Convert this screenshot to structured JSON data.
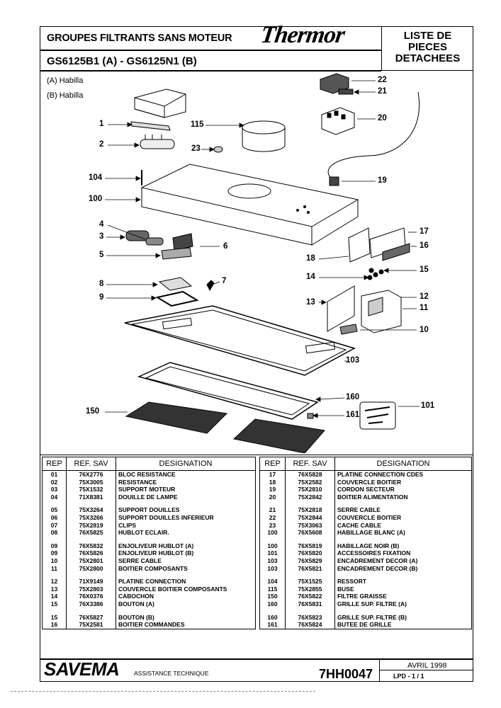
{
  "header": {
    "title": "GROUPES FILTRANTS SANS MOTEUR",
    "models": "GS6125B1 (A) - GS6125N1 (B)",
    "brand": "Thermor",
    "doc_type": [
      "LISTE DE",
      "PIECES",
      "DETACHEES"
    ]
  },
  "legend": {
    "a": "(A) Habilla",
    "b": "(B) Habilla"
  },
  "callouts": [
    "1",
    "2",
    "115",
    "23",
    "104",
    "100",
    "4",
    "3",
    "6",
    "5",
    "8",
    "7",
    "9",
    "22",
    "21",
    "20",
    "19",
    "17",
    "16",
    "18",
    "15",
    "14",
    "12",
    "13",
    "11",
    "10",
    "103",
    "160",
    "161",
    "150",
    "101"
  ],
  "table": {
    "headers": [
      "REP",
      "REF. SAV",
      "DESIGNATION"
    ],
    "left": [
      [
        "01",
        "76X2776",
        "BLOC RESISTANCE"
      ],
      [
        "02",
        "75X3005",
        "RESISTANCE"
      ],
      [
        "03",
        "75X1532",
        "SUPPORT MOTEUR"
      ],
      [
        "04",
        "71X8381",
        "DOUILLE DE LAMPE"
      ],
      null,
      [
        "05",
        "75X3264",
        "SUPPORT DOUILLES"
      ],
      [
        "06",
        "75X3266",
        "SUPPORT DOUILLES INFERIEUR"
      ],
      [
        "07",
        "75X2819",
        "CLIPS"
      ],
      [
        "08",
        "76X5825",
        "HUBLOT ECLAIR."
      ],
      null,
      [
        "09",
        "76X5832",
        "ENJOLIVEUR HUBLOT (A)"
      ],
      [
        "09",
        "76X5826",
        "ENJOLIVEUR HUBLOT (B)"
      ],
      [
        "10",
        "75X2801",
        "SERRE CABLE"
      ],
      [
        "11",
        "75X2800",
        "BOITIER COMPOSANTS"
      ],
      null,
      [
        "12",
        "71X9149",
        "PLATINE CONNECTION"
      ],
      [
        "13",
        "75X2803",
        "COUVERCLE BOITIER COMPOSANTS"
      ],
      [
        "14",
        "76X0376",
        "CABOCHON"
      ],
      [
        "15",
        "76X3386",
        "BOUTON (A)"
      ],
      null,
      [
        "15",
        "76X5827",
        "BOUTON (B)"
      ],
      [
        "16",
        "75X2581",
        "BOITIER COMMANDES"
      ]
    ],
    "right": [
      [
        "17",
        "76X5828",
        "PLATINE CONNECTION CDES"
      ],
      [
        "18",
        "75X2582",
        "COUVERCLE BOITIER"
      ],
      [
        "19",
        "75X2810",
        "CORDON SECTEUR"
      ],
      [
        "20",
        "75X2842",
        "BOITIER ALIMENTATION"
      ],
      null,
      [
        "21",
        "75X2818",
        "SERRE CABLE"
      ],
      [
        "22",
        "75X2844",
        "COUVERCLE BOITIER"
      ],
      [
        "23",
        "75X3063",
        "CACHE CABLE"
      ],
      [
        "100",
        "76X5608",
        "HABILLAGE BLANC (A)"
      ],
      null,
      [
        "100",
        "76X5819",
        "HABILLAGE NOIR (B)"
      ],
      [
        "101",
        "76X5820",
        "ACCESSOIRES FIXATION"
      ],
      [
        "103",
        "76X5829",
        "ENCADREMENT DECOR (A)"
      ],
      [
        "103",
        "76X5821",
        "ENCADREMENT DECOR (B)"
      ],
      null,
      [
        "104",
        "75X1525",
        "RESSORT"
      ],
      [
        "115",
        "75X2855",
        "BUSE"
      ],
      [
        "150",
        "76X5822",
        "FILTRE GRAISSE"
      ],
      [
        "160",
        "76X5831",
        "GRILLE SUP. FILTRE (A)"
      ],
      null,
      [
        "160",
        "76X5823",
        "GRILLE SUP. FILTRE (B)"
      ],
      [
        "161",
        "76X5824",
        "BUTEE DE GRILLE"
      ]
    ]
  },
  "footer": {
    "company": "SAVEMA",
    "subtitle": "ASSISTANCE TECHNIQUE",
    "doc_ref": "7HH0047",
    "date": "AVRIL 1998",
    "page": "LPD -   1 / 1"
  }
}
